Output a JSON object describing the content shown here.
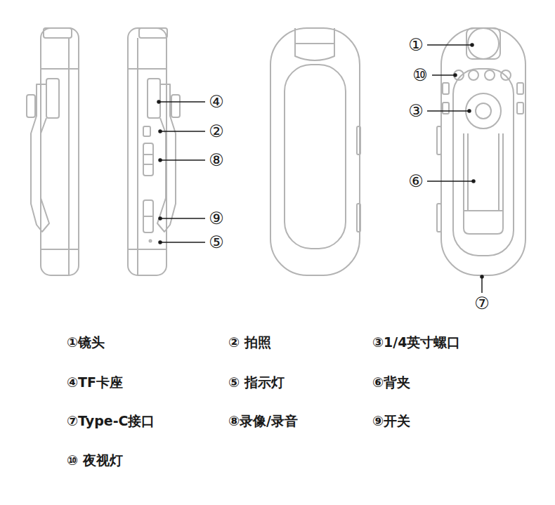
{
  "diagram": {
    "labels": [
      "④",
      "②",
      "⑧",
      "⑨",
      "⑤",
      "①",
      "⑩",
      "③",
      "⑥",
      "⑦",
      "①镜头",
      "② 拍照",
      "③1/4英寸螺口",
      "④TF卡座",
      "⑤ 指示灯",
      "⑥背夹",
      "⑦Type-C接口",
      "⑧录像/录音",
      "⑨开关",
      "⑩ 夜视灯"
    ]
  }
}
